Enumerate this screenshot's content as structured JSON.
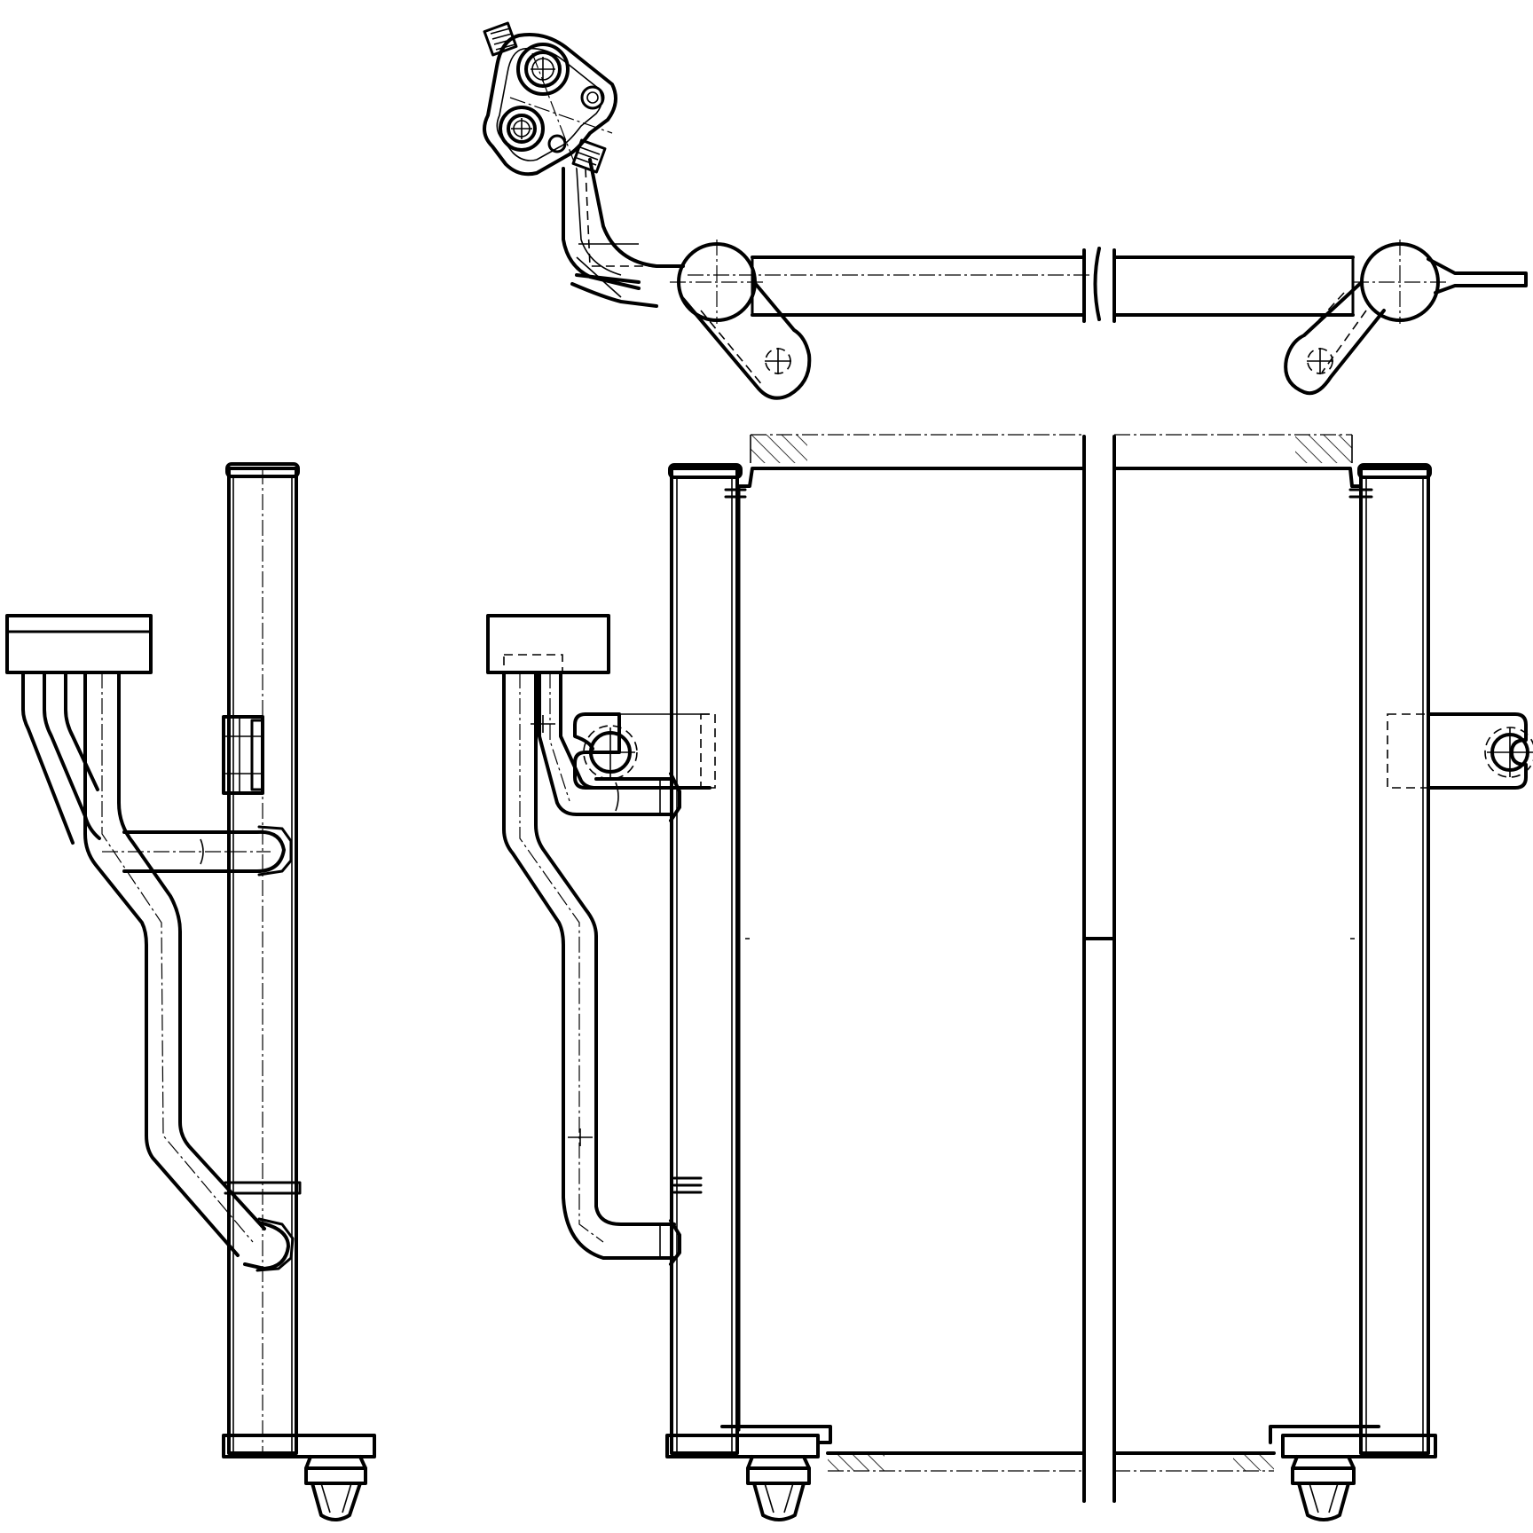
{
  "drawing": {
    "views": [
      {
        "id": "top-view"
      },
      {
        "id": "side-view"
      },
      {
        "id": "front-view"
      }
    ],
    "colors": {
      "line": "#000000",
      "background": "#ffffff"
    }
  }
}
